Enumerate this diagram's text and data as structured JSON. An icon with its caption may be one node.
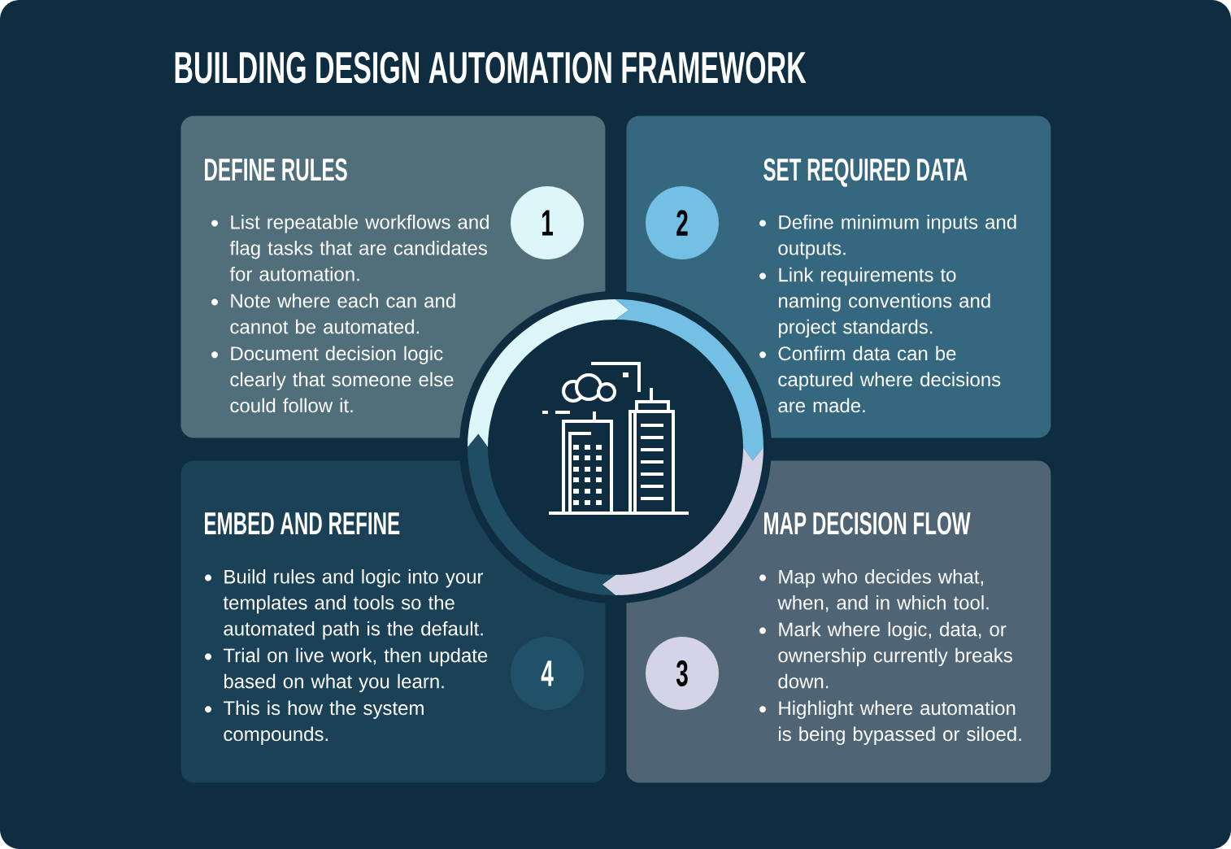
{
  "diagram": {
    "title": "BUILDING DESIGN AUTOMATION FRAMEWORK",
    "nodes": [
      {
        "text": [
          "DEFINE RULES",
          "List repeatable workflows and flag tasks that are candidates for automation.",
          "Note where each can and cannot be automated.",
          "Document decision logic clearly that someone else could follow it."
        ]
      },
      {
        "text": [
          "1"
        ],
        "in": 0
      },
      {
        "text": [
          "SET REQUIRED DATA",
          "Define minimum inputs and outputs.",
          "Link requirements to naming conventions and project standards.",
          "Confirm data can be captured where decisions are made."
        ]
      },
      {
        "text": [
          "2"
        ],
        "in": 2
      },
      {
        "text": [
          "EMBED AND REFINE",
          "Build rules and logic into your templates and tools so the automated path is the default.",
          "Trial on live work, then update based on what you learn.",
          "This is how the system compounds."
        ]
      },
      {
        "text": [
          "4"
        ],
        "in": 4
      },
      {
        "text": [
          "MAP DECISION FLOW",
          "Map who decides what, when, and in which tool.",
          "Mark where logic, data, or ownership currently breaks down.",
          "Highlight where automation is being bypassed or siloed."
        ]
      },
      {
        "text": [
          "3"
        ],
        "in": 6
      }
    ]
  }
}
